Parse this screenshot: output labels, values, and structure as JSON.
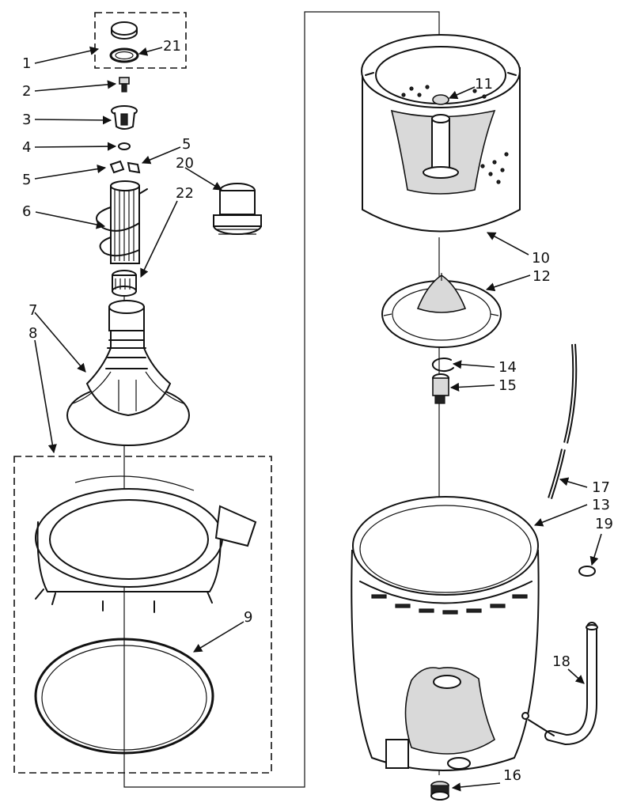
{
  "labels": {
    "p1": "1",
    "p2": "2",
    "p3": "3",
    "p4": "4",
    "p5a": "5",
    "p5b": "5",
    "p6": "6",
    "p7": "7",
    "p8": "8",
    "p9": "9",
    "p10": "10",
    "p11": "11",
    "p12": "12",
    "p13": "13",
    "p14": "14",
    "p15": "15",
    "p16": "16",
    "p17": "17",
    "p18": "18",
    "p19": "19",
    "p20": "20",
    "p21": "21",
    "p22": "22"
  },
  "colors": {
    "line": "#111111",
    "background": "#ffffff",
    "shade": "#d9d9d9"
  }
}
